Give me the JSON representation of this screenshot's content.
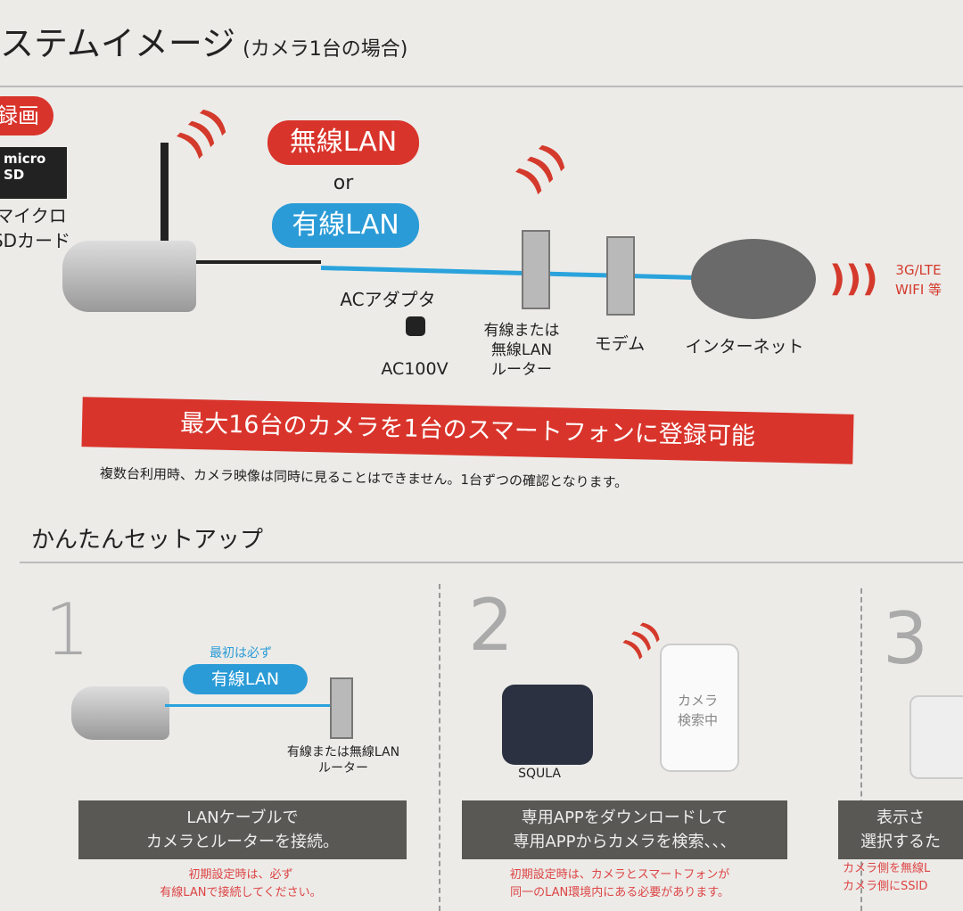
{
  "system": {
    "title": "ステムイメージ",
    "subtitle": "(カメラ1台の場合)",
    "record_badge": "録画",
    "sd_card": "micro SD",
    "sd_label": "マイクロ\nSDカード",
    "wireless": "無線LAN",
    "or": "or",
    "wired": "有線LAN",
    "ac_adapter": "ACアダプタ",
    "ac100v": "AC100V",
    "router": "有線または\n無線LAN\nルーター",
    "modem": "モデム",
    "internet": "インターネット",
    "mobile": "3G/LTE\nWIFI 等",
    "banner": "最大16台のカメラを1台のスマートフォンに登録可能",
    "banner_note": "複数台利用時、カメラ映像は同時に見ることはできません。1台ずつの確認となります。"
  },
  "setup": {
    "title": "かんたんセットアップ",
    "steps": [
      {
        "num": "1",
        "badge_top": "最初は必ず",
        "badge": "有線LAN",
        "router": "有線または無線LAN\nルーター",
        "box": "LANケーブルで\nカメラとルーターを接続。",
        "note": "初期設定時は、必ず\n有線LANで接続してください。"
      },
      {
        "num": "2",
        "app": "SQULA",
        "phone": "カメラ\n検索中",
        "box": "専用APPをダウンロードして\n専用APPからカメラを検索、、、",
        "note": "初期設定時は、カメラとスマートフォンが\n同一のLAN環境内にある必要があります。"
      },
      {
        "num": "3",
        "box": "表示さ\n選択するた",
        "note": "カメラ側を無線L\nカメラ側にSSID"
      }
    ]
  },
  "colors": {
    "red": "#d9342b",
    "blue": "#2a9bd6"
  }
}
